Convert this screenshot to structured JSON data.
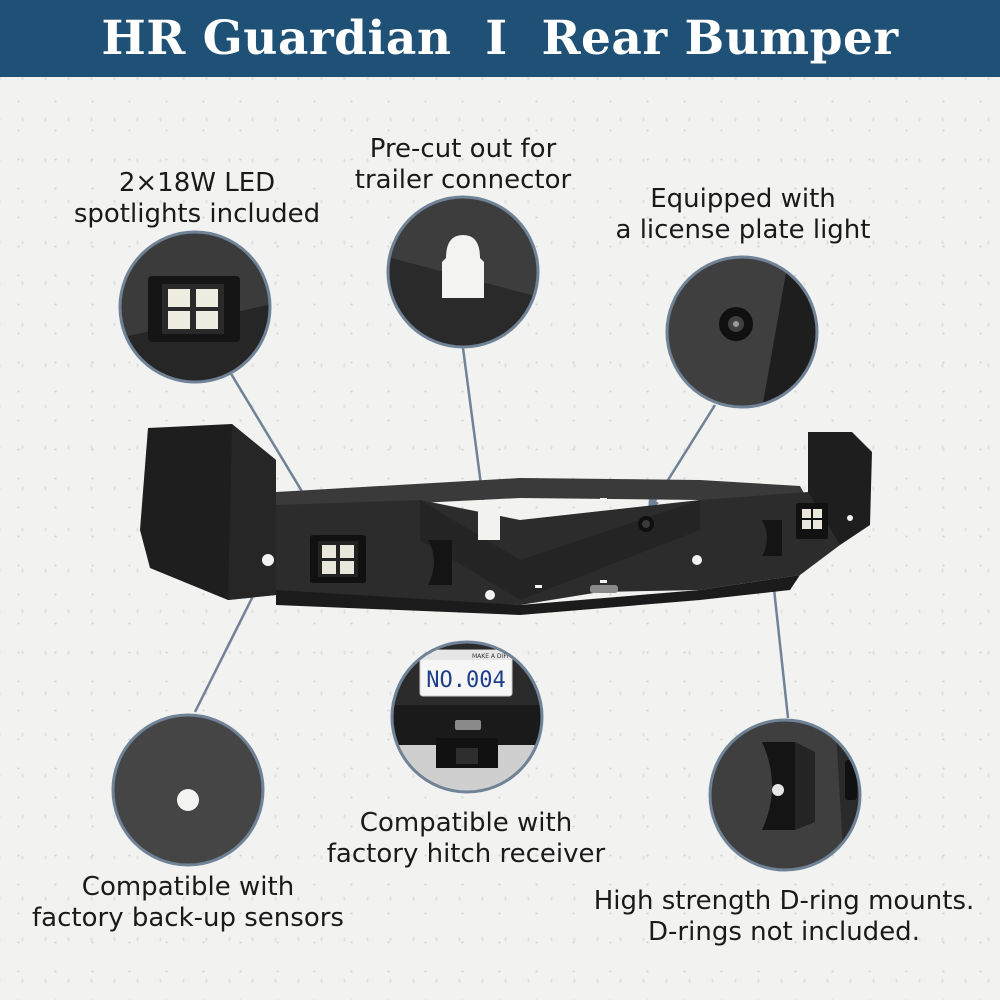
{
  "header": {
    "title": "HR Guardian  I  Rear Bumper"
  },
  "features": {
    "led_spotlights": {
      "line1": "2×18W LED",
      "line2": "spotlights included"
    },
    "trailer_connector": {
      "line1": "Pre-cut out for",
      "line2": "trailer connector"
    },
    "license_plate_light": {
      "line1": "Equipped with",
      "line2": "a license plate light"
    },
    "backup_sensors": {
      "line1": "Compatible with",
      "line2": "factory back-up sensors"
    },
    "hitch_receiver": {
      "line1": "Compatible with",
      "line2": "factory hitch receiver"
    },
    "d_ring_mounts": {
      "line1": "High strength D-ring mounts.",
      "line2": "D-rings not included."
    }
  },
  "license_plate": {
    "number": "NO.004",
    "tagline": "MAKE A DIFFERENCE"
  },
  "colors": {
    "header_bg": "#1f5177",
    "callout_ring": "#6f8296",
    "leader_line": "#6f8296",
    "bumper": "#2a2a2a"
  }
}
